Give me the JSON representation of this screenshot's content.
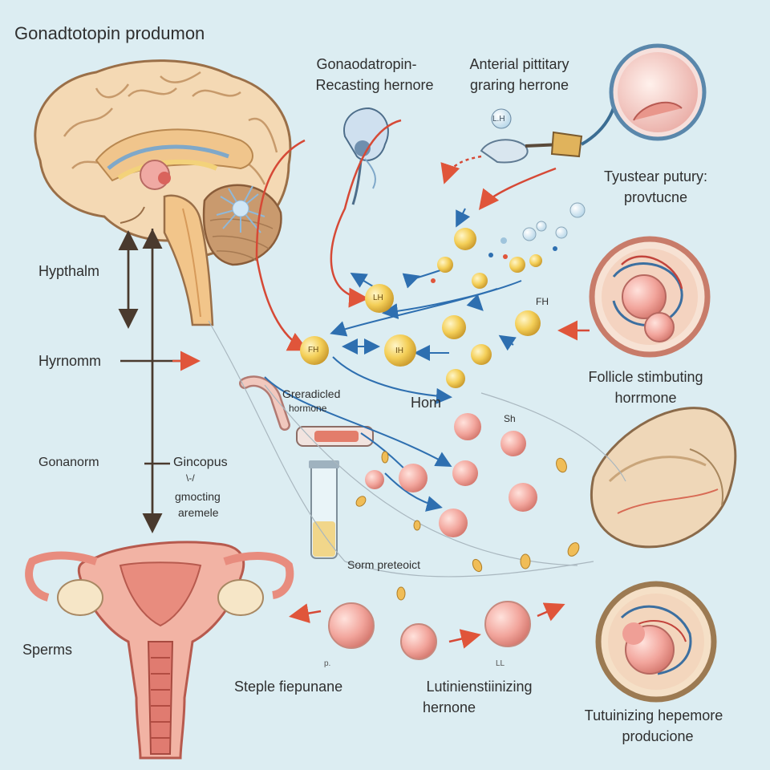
{
  "title": "Gonadtotopin produmon",
  "labels": {
    "gnrh_line1": "Gonaodatropin-",
    "gnrh_line2": "Recasting hernore",
    "ant_pit_line1": "Anterial pittitary",
    "ant_pit_line2": "graring herrone",
    "pituitary_prod_line1": "Tyustear putury:",
    "pituitary_prod_line2": "provtucne",
    "hypothalm": "Hypthalm",
    "hyrnomm": "Hyrnomm",
    "gonanorm": "Gonanorm",
    "gincopus": "Gincopus",
    "gincopus_mark": "\\-/",
    "gmocting_line1": "gmocting",
    "gmocting_line2": "aremele",
    "sperms": "Sperms",
    "greradicled_line1": "Greradicled",
    "greradicled_line2": "hormone",
    "hom": "Hom",
    "fh": "FH",
    "sh": "Sh",
    "fsh_line1": "Follicle stimbuting",
    "fsh_line2": "horrmone",
    "sorm": "Sorm preteoict",
    "steple": "Steple fiepunane",
    "lh_line1": "Lutinienstiinizing",
    "lh_line2": "hernone",
    "tut_line1": "Tutuinizing hepemore",
    "tut_line2": "producione",
    "ll": "LL",
    "ps": "p.",
    "bubble_lh_1": "LH",
    "bubble_fsh_1": "FH",
    "bubble_ih": "IH",
    "tiny_bubble": "L.H"
  },
  "colors": {
    "background": "#dcedf2",
    "arrow_red": "#e0553a",
    "arrow_blue": "#2e6fb0",
    "hormone_yellow": "#f2c94c",
    "hormone_pink": "#f2a0a0",
    "brain": "#f4d9b4",
    "uterus": "#e88c7e"
  }
}
